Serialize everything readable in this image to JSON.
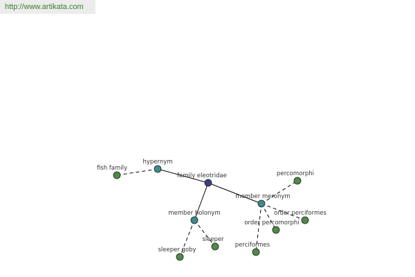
{
  "banner": {
    "url": "http://www.artikata.com"
  },
  "colors": {
    "center": "#3d3f7e",
    "relation": "#3f8a8a",
    "leaf": "#4f8a47",
    "edge": "#000000",
    "label": "#333333",
    "banner_bg": "#ececec",
    "banner_text": "#3b7c2e"
  },
  "graph": {
    "center": {
      "id": "family-eleotridae",
      "label": "family eleotridae"
    },
    "relations": [
      {
        "id": "hypernym",
        "label": "hypernym"
      },
      {
        "id": "member-holonym",
        "label": "member holonym"
      },
      {
        "id": "member-meronym",
        "label": "member meronym"
      }
    ],
    "leaves": [
      {
        "id": "fish-family",
        "label": "fish family",
        "relation": "hypernym"
      },
      {
        "id": "sleeper-goby",
        "label": "sleeper goby",
        "relation": "member-holonym"
      },
      {
        "id": "sleeper",
        "label": "sleeper",
        "relation": "member-holonym"
      },
      {
        "id": "percomorphi",
        "label": "percomorphi",
        "relation": "member-meronym"
      },
      {
        "id": "order-perciformes",
        "label": "order perciformes",
        "relation": "member-meronym"
      },
      {
        "id": "order-percomorphi",
        "label": "order percomorphi",
        "relation": "member-meronym"
      },
      {
        "id": "perciformes",
        "label": "perciformes",
        "relation": "member-meronym"
      }
    ]
  }
}
